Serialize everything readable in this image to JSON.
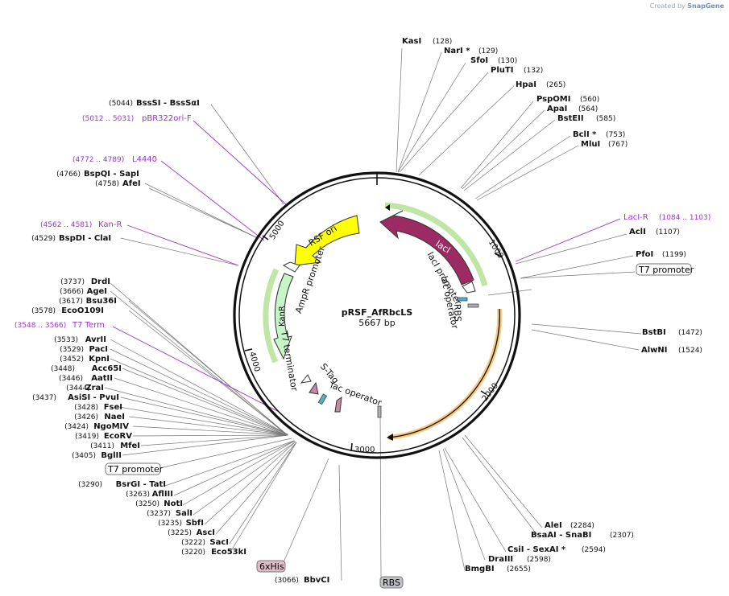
{
  "credit": {
    "prefix": "Created by",
    "brand": "SnapGene"
  },
  "plasmid": {
    "name": "pRSF_AfRbcLS",
    "length": "5667 bp"
  },
  "ticks": [
    "1000",
    "2000",
    "3000",
    "4000",
    "5000"
  ],
  "features": [
    {
      "label": "RSF ori"
    },
    {
      "label": "lacI"
    },
    {
      "label": "KanR"
    },
    {
      "label": "lacI promoter"
    },
    {
      "label": "lac operator"
    },
    {
      "label": "RBS"
    },
    {
      "label": "AmpR promoter"
    },
    {
      "label": "T7 terminator"
    },
    {
      "label": "S-Tag"
    },
    {
      "label": "lac operator"
    }
  ],
  "boxed": [
    {
      "label": "T7 promoter",
      "style": "plain"
    },
    {
      "label": "T7 promoter",
      "style": "plain"
    },
    {
      "label": "6xHis",
      "style": "pink"
    },
    {
      "label": "RBS",
      "style": "gray"
    }
  ],
  "sites": [
    {
      "name": "KasI",
      "pos": "(128)"
    },
    {
      "name": "NarI *",
      "pos": "(129)"
    },
    {
      "name": "SfoI",
      "pos": "(130)"
    },
    {
      "name": "PluTI",
      "pos": "(132)"
    },
    {
      "name": "HpaI",
      "pos": "(265)"
    },
    {
      "name": "PspOMI",
      "pos": "(560)"
    },
    {
      "name": "ApaI",
      "pos": "(564)"
    },
    {
      "name": "BstEII",
      "pos": "(585)"
    },
    {
      "name": "BclI *",
      "pos": "(753)"
    },
    {
      "name": "MluI",
      "pos": "(767)"
    },
    {
      "name": "AclI",
      "pos": "(1107)"
    },
    {
      "name": "PfoI",
      "pos": "(1199)"
    },
    {
      "name": "BstBI",
      "pos": "(1472)"
    },
    {
      "name": "AlwNI",
      "pos": "(1524)"
    },
    {
      "name": "AleI",
      "pos": "(2284)"
    },
    {
      "name": "BsaAI   - SnaBI",
      "pos": "(2307)"
    },
    {
      "name": "CsiI   - SexAI *",
      "pos": "(2594)"
    },
    {
      "name": "DraIII",
      "pos": "(2598)"
    },
    {
      "name": "BmgBI",
      "pos": "(2655)"
    },
    {
      "name": "BbvCI",
      "pos": "(3066)"
    },
    {
      "name": "BssSI   - BssSαI",
      "pos": "(5044)"
    },
    {
      "name": "BspQI   - SapI",
      "pos": "(4766)"
    },
    {
      "name": "AfeI",
      "pos": "(4758)"
    },
    {
      "name": "BspDI   - ClaI",
      "pos": "(4529)"
    },
    {
      "name": "DrdI",
      "pos": "(3737)"
    },
    {
      "name": "AgeI",
      "pos": "(3666)"
    },
    {
      "name": "Bsu36I",
      "pos": "(3617)"
    },
    {
      "name": "EcoO109I",
      "pos": "(3578)"
    },
    {
      "name": "AvrII",
      "pos": "(3533)"
    },
    {
      "name": "PacI",
      "pos": "(3529)"
    },
    {
      "name": "KpnI",
      "pos": "(3452)"
    },
    {
      "name": "Acc65I",
      "pos": "(3448)"
    },
    {
      "name": "AatII",
      "pos": "(3446)"
    },
    {
      "name": "ZraI",
      "pos": "(3444)"
    },
    {
      "name": "AsiSI   - PvuI",
      "pos": "(3437)"
    },
    {
      "name": "FseI",
      "pos": "(3428)"
    },
    {
      "name": "NaeI",
      "pos": "(3426)"
    },
    {
      "name": "NgoMIV",
      "pos": "(3424)"
    },
    {
      "name": "EcoRV",
      "pos": "(3419)"
    },
    {
      "name": "MfeI",
      "pos": "(3411)"
    },
    {
      "name": "BglII",
      "pos": "(3405)"
    },
    {
      "name": "BsrGI   - TatI",
      "pos": "(3290)"
    },
    {
      "name": "AflIII",
      "pos": "(3263)"
    },
    {
      "name": "NotI",
      "pos": "(3250)"
    },
    {
      "name": "SalI",
      "pos": "(3237)"
    },
    {
      "name": "SbfI",
      "pos": "(3235)"
    },
    {
      "name": "AscI",
      "pos": "(3225)"
    },
    {
      "name": "SacI",
      "pos": "(3222)"
    },
    {
      "name": "Eco53kI",
      "pos": "(3220)"
    }
  ],
  "primers": [
    {
      "name": "pBR322ori-F",
      "range": "(5012 .. 5031)"
    },
    {
      "name": "L4440",
      "range": "(4772 .. 4789)"
    },
    {
      "name": "Kan-R",
      "range": "(4562 .. 4581)"
    },
    {
      "name": "LacI-R",
      "range": "(1084 .. 1103)"
    },
    {
      "name": "T7 Term",
      "range": "(3548 .. 3566)"
    }
  ],
  "colors": {
    "ori": "#ffff00",
    "lacI": "#9b2b62",
    "kanR": "#c6f5c8",
    "primer": "#9b33cc",
    "pink": "#e0bccb",
    "gray": "#bfc3c7",
    "green_halo": "#8ad15a",
    "orange_halo": "#f5b24a"
  }
}
